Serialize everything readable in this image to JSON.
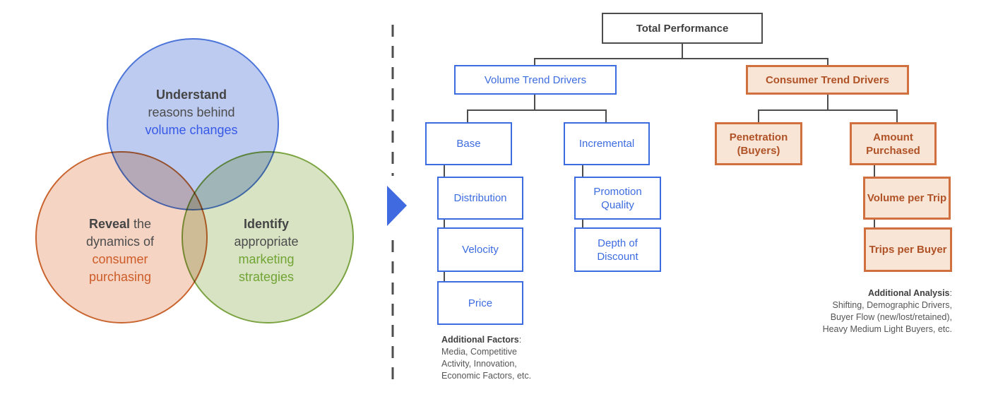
{
  "venn": {
    "circles": [
      {
        "name": "understand-volume-changes",
        "accent_color": "#3759e8",
        "lines": [
          [
            {
              "t": "Understand",
              "s": "bold"
            }
          ],
          [
            {
              "t": "reasons behind",
              "s": "plain"
            }
          ],
          [
            {
              "t": "volume changes",
              "s": "accent"
            }
          ]
        ]
      },
      {
        "name": "reveal-consumer-purchasing",
        "accent_color": "#cd5c28",
        "lines": [
          [
            {
              "t": "Reveal",
              "s": "bold"
            },
            {
              "t": " the",
              "s": "plain"
            }
          ],
          [
            {
              "t": "dynamics of",
              "s": "plain"
            }
          ],
          [
            {
              "t": "consumer",
              "s": "accent"
            }
          ],
          [
            {
              "t": "purchasing",
              "s": "accent"
            }
          ]
        ]
      },
      {
        "name": "identify-marketing-strategies",
        "accent_color": "#71a434",
        "lines": [
          [
            {
              "t": "Identify",
              "s": "bold"
            }
          ],
          [
            {
              "t": "appropriate",
              "s": "plain"
            }
          ],
          [
            {
              "t": "marketing",
              "s": "accent"
            }
          ],
          [
            {
              "t": "strategies",
              "s": "accent"
            }
          ]
        ]
      }
    ]
  },
  "tree": {
    "root": "Total Performance",
    "volume_branch": {
      "label": "Volume Trend Drivers",
      "base": "Base",
      "incremental": "Incremental",
      "base_chain": [
        "Distribution",
        "Velocity",
        "Price"
      ],
      "incremental_chain": [
        "Promotion Quality",
        "Depth of Discount"
      ]
    },
    "consumer_branch": {
      "label": "Consumer Trend Drivers",
      "penetration": "Penetration (Buyers)",
      "amount": "Amount Purchased",
      "amount_chain": [
        "Volume per Trip",
        "Trips per Buyer"
      ]
    }
  },
  "notes": {
    "factors": {
      "title": "Additional Factors",
      "colon": ":",
      "lines": [
        "Media, Competitive",
        "Activity, Innovation,",
        "Economic Factors, etc."
      ]
    },
    "analysis": {
      "title": "Additional Analysis",
      "colon": ":",
      "lines": [
        "Shifting, Demographic Drivers,",
        "Buyer Flow (new/lost/retained),",
        "Heavy Medium Light Buyers, etc."
      ]
    }
  },
  "colors": {
    "tree_blue": "#3d6ce0",
    "tree_orange_border": "#d1703f",
    "tree_orange_fill": "#f9e5d5",
    "tree_orange_text": "#b05227",
    "connector_gray": "#4d4d4d",
    "arrow_blue": "#3f6ae0",
    "venn_blue_fill": "#bdcbf0",
    "venn_orange_fill": "#f5d4c4",
    "venn_green_fill": "#d7e3c3"
  }
}
